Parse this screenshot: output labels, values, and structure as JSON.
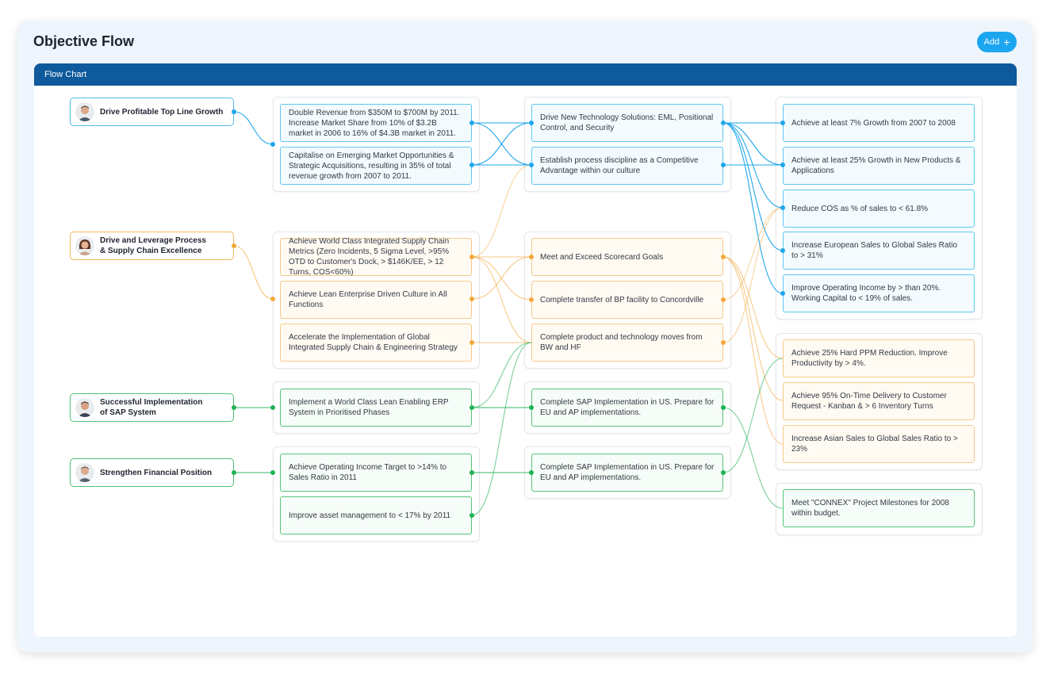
{
  "page": {
    "title": "Objective Flow",
    "add_button_label": "Add"
  },
  "panel": {
    "header": "Flow Chart"
  },
  "colors": {
    "blue": "#1ea6ec",
    "orange": "#f2a93b",
    "green": "#1fb256",
    "header": "#0f5a9c"
  },
  "icons": {
    "add": "plus-icon",
    "avatar": "person-avatar-icon"
  },
  "roots": [
    {
      "label": "Drive Profitable Top Line Growth",
      "color": "blue"
    },
    {
      "label": "Drive and Leverage Process\n& Supply Chain Excellence",
      "color": "orange"
    },
    {
      "label": "Successful Implementation\nof  SAP System",
      "color": "green"
    },
    {
      "label": "Strengthen Financial Position",
      "color": "green"
    }
  ],
  "col1": [
    {
      "text": "Double Revenue from $350M to $700M by 2011. Increase Market Share from 10% of $3.2B market in 2006 to 16% of $4.3B market in 2011.",
      "color": "blue"
    },
    {
      "text": "Capitalise on Emerging Market Opportunities & Strategic Acquisitions, resulting in 35% of total revenue growth from 2007 to 2011.",
      "color": "blue"
    },
    {
      "text": "Achieve World Class Integrated Supply Chain Metrics (Zero Incidents, 5 Sigma Level, >95% OTD to Customer's Dock, > $146K/EE, > 12 Turns, COS<60%)",
      "color": "orange"
    },
    {
      "text": "Achieve Lean Enterprise Driven Culture in All Functions",
      "color": "orange"
    },
    {
      "text": "Accelerate the Implementation of Global Integrated Supply Chain & Engineering Strategy",
      "color": "orange"
    },
    {
      "text": "Implement a World Class Lean Enabling ERP System in Prioritised Phases",
      "color": "green"
    },
    {
      "text": "Achieve Operating Income Target to >14% to Sales Ratio in 2011",
      "color": "green"
    },
    {
      "text": "Improve asset management to < 17% by 2011",
      "color": "green"
    }
  ],
  "col2": [
    {
      "text": "Drive New Technology Solutions: EML, Positional Control, and Security",
      "color": "blue"
    },
    {
      "text": "Establish process discipline as a Competitive Advantage within our culture",
      "color": "blue"
    },
    {
      "text": "Meet and Exceed Scorecard Goals",
      "color": "orange"
    },
    {
      "text": "Complete transfer of BP facility to Concordville",
      "color": "orange"
    },
    {
      "text": "Complete product and technology moves from BW and HF",
      "color": "orange"
    },
    {
      "text": "Complete SAP Implementation in US. Prepare for EU and AP implementations.",
      "color": "green"
    },
    {
      "text": "Complete SAP Implementation in US. Prepare for EU and AP implementations.",
      "color": "green"
    }
  ],
  "col3": [
    {
      "text": "Achieve at least 7% Growth from 2007 to 2008",
      "color": "blue"
    },
    {
      "text": "Achieve at least 25% Growth in New Products & Applications",
      "color": "blue"
    },
    {
      "text": "Reduce COS as % of sales to < 61.8%",
      "color": "blue"
    },
    {
      "text": "Increase European Sales to Global Sales Ratio to > 31%",
      "color": "blue"
    },
    {
      "text": "Improve Operating Income by > than 20%. Working Capital to < 19% of sales.",
      "color": "blue"
    },
    {
      "text": "Achieve 25% Hard PPM Reduction. Improve Productivity by > 4%.",
      "color": "orange"
    },
    {
      "text": "Achieve 95% On-Time Delivery to Customer Request - Kanban & > 6 Inventory Turns",
      "color": "orange"
    },
    {
      "text": "Increase Asian Sales to Global Sales Ratio to > 23%",
      "color": "orange"
    },
    {
      "text": "Meet \"CONNEX\" Project Milestones for 2008 within budget.",
      "color": "green"
    }
  ]
}
